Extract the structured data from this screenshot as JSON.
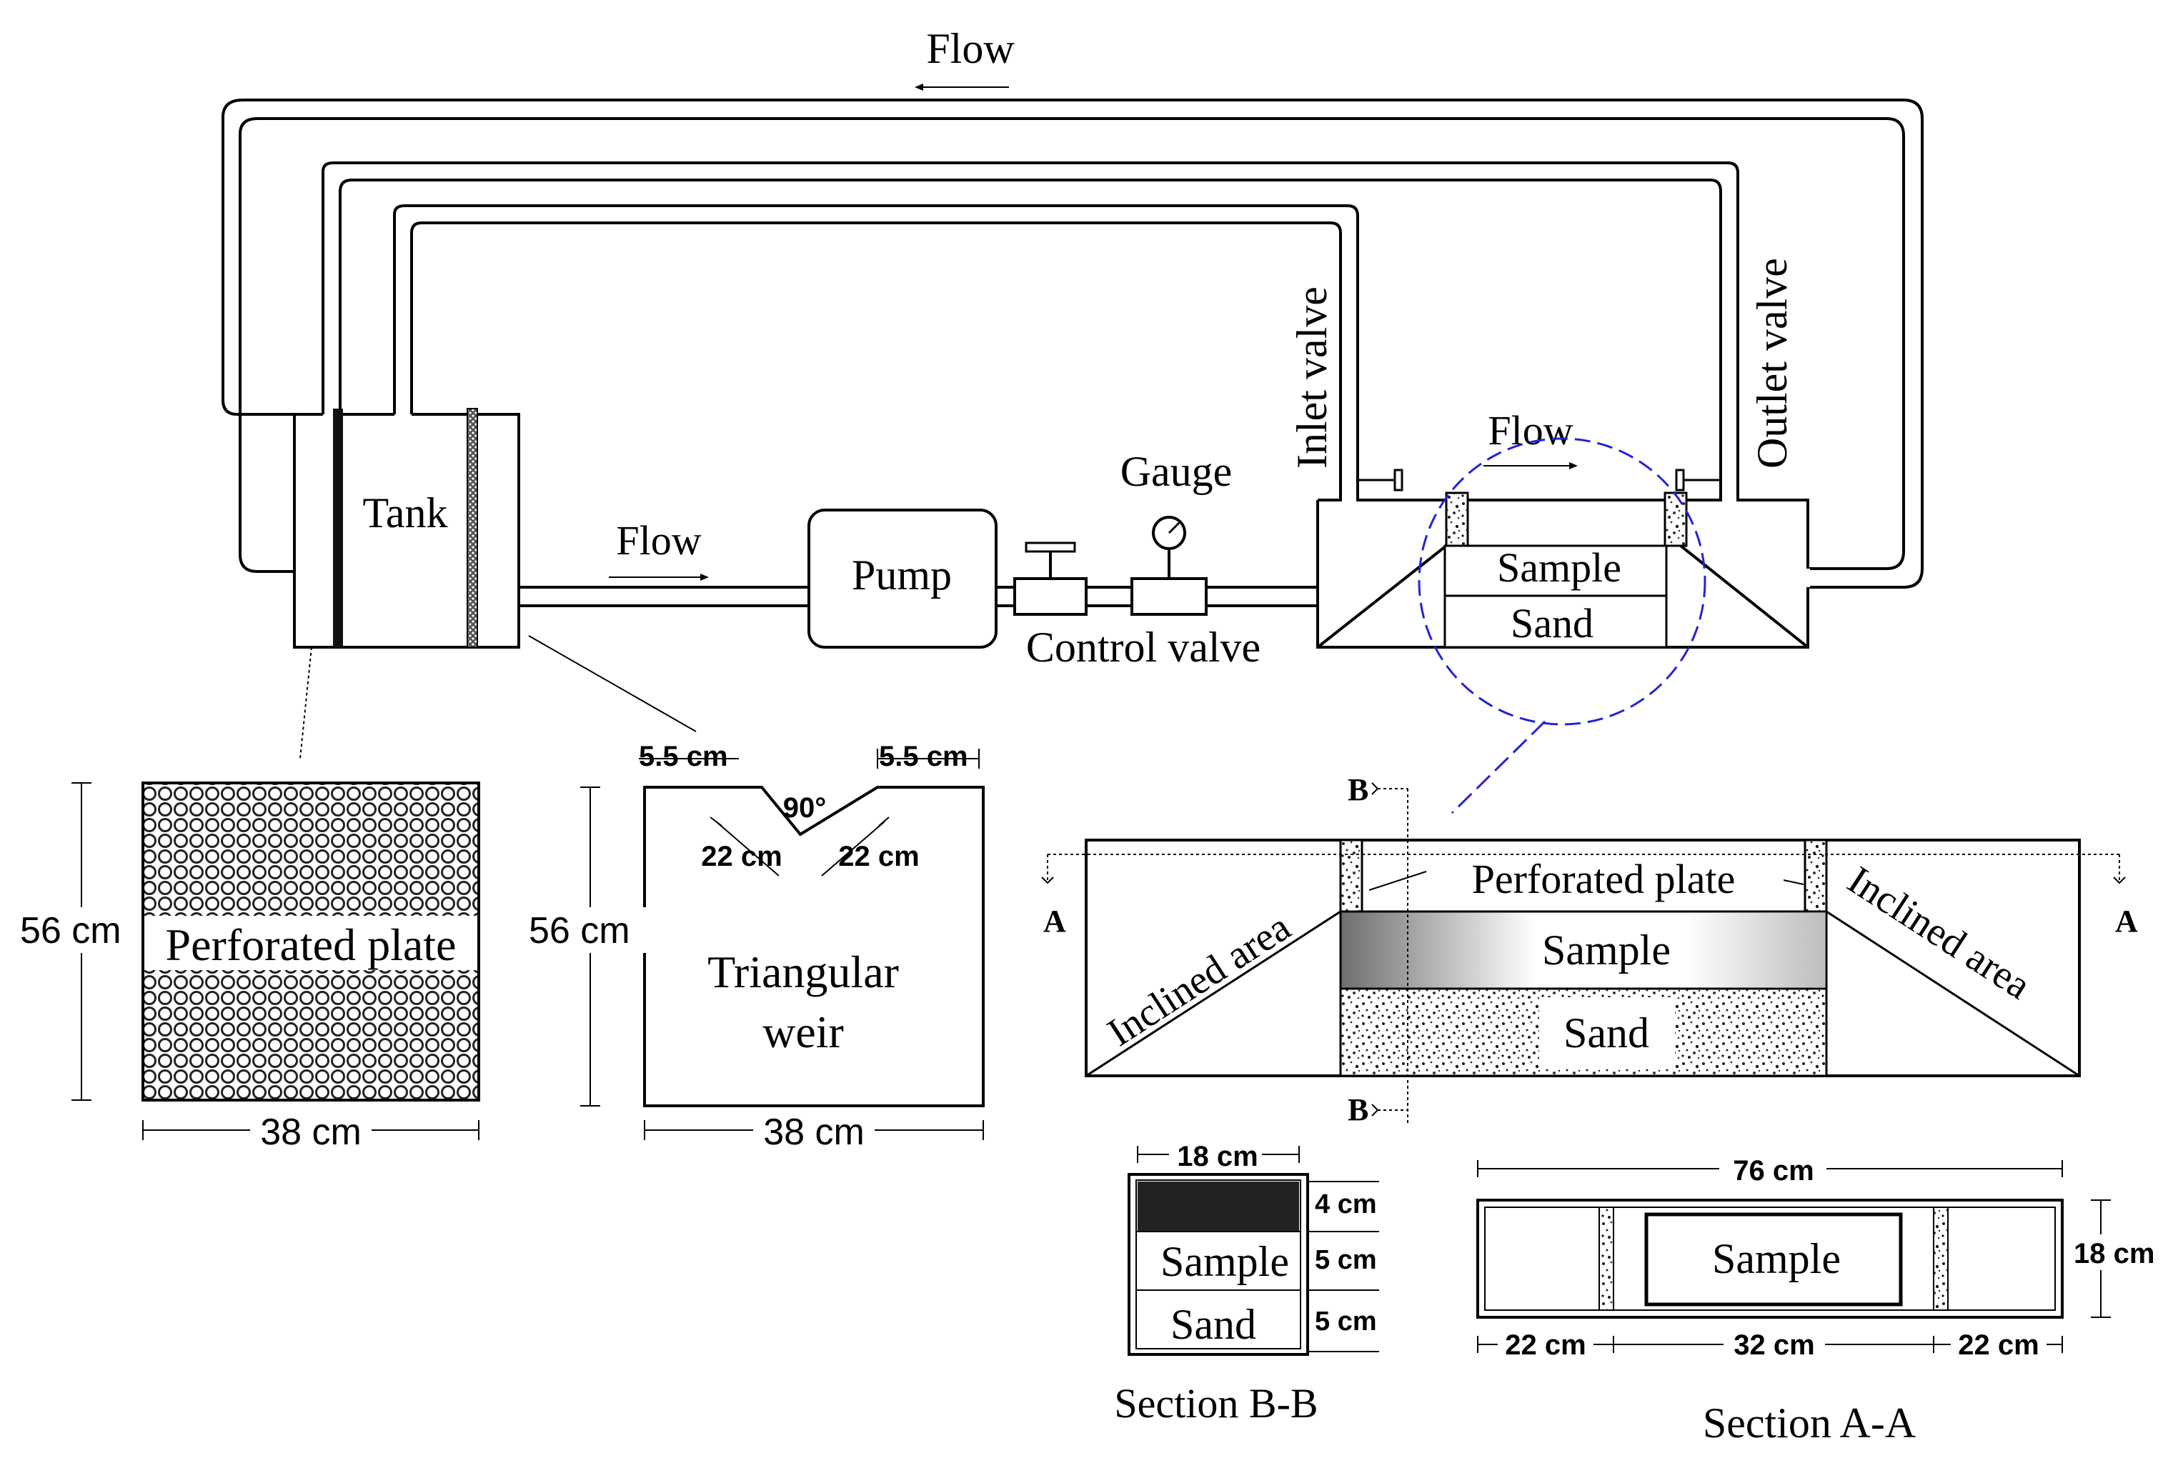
{
  "labels": {
    "flow_top": "Flow",
    "flow_pipe": "Flow",
    "flow_box": "Flow",
    "tank": "Tank",
    "pump": "Pump",
    "gauge": "Gauge",
    "control_valve": "Control valve",
    "inlet_valve": "Inlet valve",
    "outlet_valve": "Outlet valve",
    "sample": "Sample",
    "sand": "Sand"
  },
  "plate_detail": {
    "label": "Perforated plate",
    "height": "56 cm",
    "width": "38 cm"
  },
  "weir_detail": {
    "label_line1": "Triangular",
    "label_line2": "weir",
    "height": "56 cm",
    "width": "38 cm",
    "top_left": "5.5 cm",
    "top_right": "5.5 cm",
    "angle": "90°",
    "side_left": "22 cm",
    "side_right": "22 cm"
  },
  "cross_section": {
    "marker_b": "B",
    "marker_a": "A",
    "perforated_plate": "Perforated plate",
    "sample": "Sample",
    "sand": "Sand",
    "inclined_left": "Inclined area",
    "inclined_right": "Inclined area"
  },
  "section_bb": {
    "title": "Section B-B",
    "width": "18 cm",
    "h1": "4 cm",
    "h2": "5 cm",
    "h3": "5 cm",
    "sample": "Sample",
    "sand": "Sand"
  },
  "section_aa": {
    "title": "Section A-A",
    "length": "76 cm",
    "height": "18 cm",
    "left": "22 cm",
    "middle": "32 cm",
    "right": "22 cm",
    "sample": "Sample"
  }
}
